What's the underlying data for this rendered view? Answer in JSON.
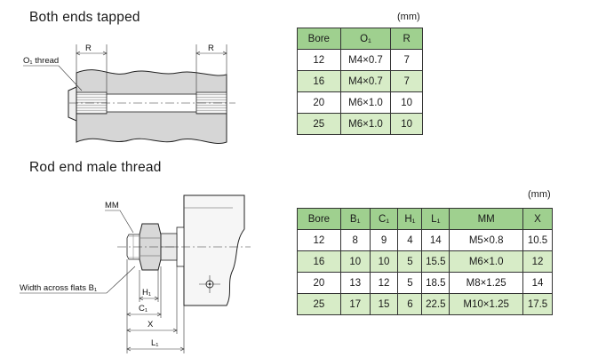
{
  "section1": {
    "title": "Both ends tapped",
    "unit": "(mm)",
    "labels": {
      "thread": "O₁ thread",
      "r_left": "R",
      "r_right": "R"
    },
    "table": {
      "headers": [
        "Bore",
        "O₁",
        "R"
      ],
      "rows": [
        [
          "12",
          "M4×0.7",
          "7"
        ],
        [
          "16",
          "M4×0.7",
          "7"
        ],
        [
          "20",
          "M6×1.0",
          "10"
        ],
        [
          "25",
          "M6×1.0",
          "10"
        ]
      ]
    }
  },
  "section2": {
    "title": "Rod end male thread",
    "unit": "(mm)",
    "labels": {
      "mm": "MM",
      "width": "Width across flats B₁",
      "h1": "H₁",
      "c1": "C₁",
      "x": "X",
      "l1": "L₁"
    },
    "table": {
      "headers": [
        "Bore",
        "B₁",
        "C₁",
        "H₁",
        "L₁",
        "MM",
        "X"
      ],
      "rows": [
        [
          "12",
          "8",
          "9",
          "4",
          "14",
          "M5×0.8",
          "10.5"
        ],
        [
          "16",
          "10",
          "10",
          "5",
          "15.5",
          "M6×1.0",
          "12"
        ],
        [
          "20",
          "13",
          "12",
          "5",
          "18.5",
          "M8×1.25",
          "14"
        ],
        [
          "25",
          "17",
          "15",
          "6",
          "22.5",
          "M10×1.25",
          "17.5"
        ]
      ]
    }
  },
  "colors": {
    "header_green": "#9fd08f",
    "row_green": "#d7ecc7",
    "line": "#333333"
  }
}
